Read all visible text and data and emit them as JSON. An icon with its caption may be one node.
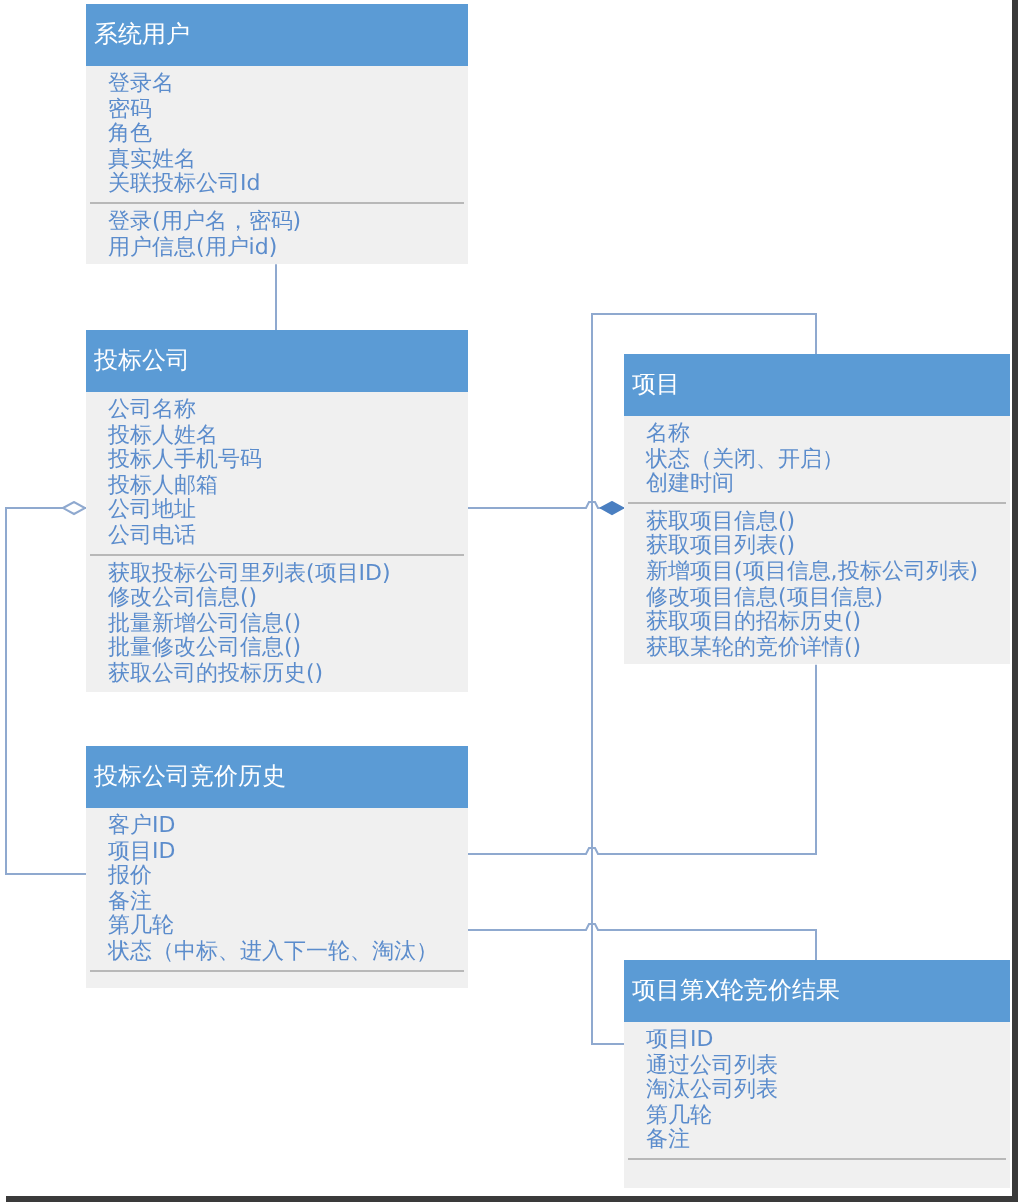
{
  "diagram": {
    "nodes": [
      {
        "text": [
          "系统用户"
        ]
      },
      {
        "text": [
          "登录名",
          "密码",
          "角色",
          "真实姓名",
          "关联投标公司Id"
        ],
        "in": 0
      },
      {
        "text": [
          "登录(用户名，密码)",
          "用户信息(用户id)"
        ],
        "in": 0
      },
      {
        "text": [
          "投标公司"
        ]
      },
      {
        "text": [
          "公司名称",
          "投标人姓名",
          "投标人手机号码",
          "投标人邮箱",
          "公司地址",
          "公司电话"
        ],
        "in": 3
      },
      {
        "text": [
          "获取投标公司里列表(项目ID)",
          "修改公司信息()",
          "批量新增公司信息()",
          "批量修改公司信息()",
          "获取公司的投标历史()"
        ],
        "in": 3
      },
      {
        "text": [
          "项目"
        ]
      },
      {
        "text": [
          "名称",
          "状态（关闭、开启）",
          "创建时间"
        ],
        "in": 6
      },
      {
        "text": [
          "获取项目信息()",
          "获取项目列表()",
          "新增项目(项目信息,投标公司列表)",
          "修改项目信息(项目信息)",
          "获取项目的招标历史()",
          "获取某轮的竞价详情()"
        ],
        "in": 6
      },
      {
        "text": [
          "投标公司竞价历史"
        ]
      },
      {
        "text": [
          "客户ID",
          "项目ID",
          "报价",
          "备注",
          "第几轮",
          "状态（中标、进入下一轮、淘汰）"
        ],
        "in": 9
      },
      {
        "text": [],
        "shape": "box",
        "in": 9
      },
      {
        "text": [
          "项目第X轮竞价结果"
        ]
      },
      {
        "text": [
          "项目ID",
          "通过公司列表",
          "淘汰公司列表",
          "第几轮",
          "备注"
        ],
        "in": 12
      },
      {
        "text": [],
        "shape": "box",
        "in": 12
      }
    ],
    "edges": [
      {
        "from": 0,
        "to": 3,
        "arrow": "none"
      },
      {
        "from": 9,
        "to": 3,
        "arrow": "other"
      },
      {
        "from": 3,
        "to": 6,
        "arrow": "other"
      },
      {
        "from": 6,
        "to": 12,
        "arrow": "none"
      },
      {
        "from": 6,
        "to": 9,
        "arrow": "none"
      },
      {
        "from": 9,
        "to": 12,
        "arrow": "none"
      }
    ]
  }
}
